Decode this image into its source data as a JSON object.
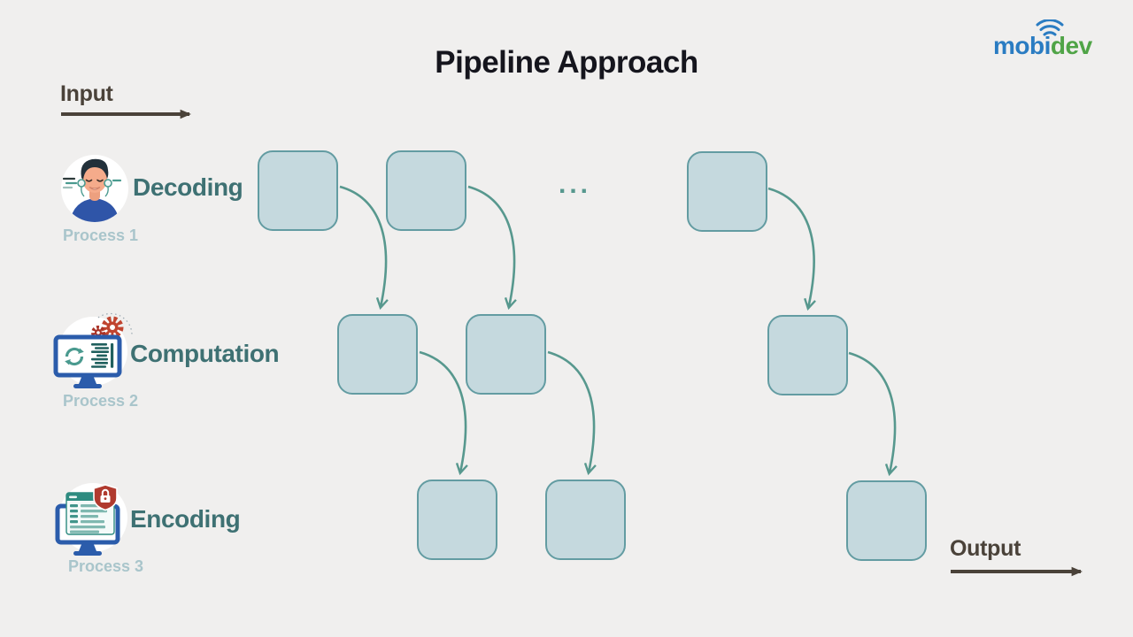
{
  "title": "Pipeline Approach",
  "logo": {
    "part1": "mobi",
    "part2": "dev",
    "blue": "#2a7cc2",
    "green": "#50a447"
  },
  "input_label": "Input",
  "output_label": "Output",
  "ellipsis": "...",
  "processes": [
    {
      "label": "Decoding",
      "sublabel": "Process 1",
      "icon": "person-avatar-icon"
    },
    {
      "label": "Computation",
      "sublabel": "Process 2",
      "icon": "computer-refresh-gears-icon"
    },
    {
      "label": "Encoding",
      "sublabel": "Process 3",
      "icon": "computer-secure-window-icon"
    }
  ],
  "diagram": {
    "rows": [
      "Decoding",
      "Computation",
      "Encoding"
    ],
    "boxes": [
      "r1c1",
      "r1c2",
      "r1c3",
      "r2c1",
      "r2c2",
      "r2c3",
      "r3c1",
      "r3c2",
      "r3c3"
    ],
    "connections": [
      [
        "r1c1",
        "r2c1"
      ],
      [
        "r1c2",
        "r2c2"
      ],
      [
        "r1c3",
        "r2c3"
      ],
      [
        "r2c1",
        "r3c1"
      ],
      [
        "r2c2",
        "r3c2"
      ],
      [
        "r2c3",
        "r3c3"
      ]
    ]
  },
  "colors": {
    "background": "#f0efee",
    "title": "#15151d",
    "box_fill": "#c5d9de",
    "box_border": "#639ca2",
    "flow_arrow": "#57988e",
    "process_label": "#3e7173",
    "process_sublabel": "#a9c5cb",
    "io_arrow": "#4a4239"
  }
}
